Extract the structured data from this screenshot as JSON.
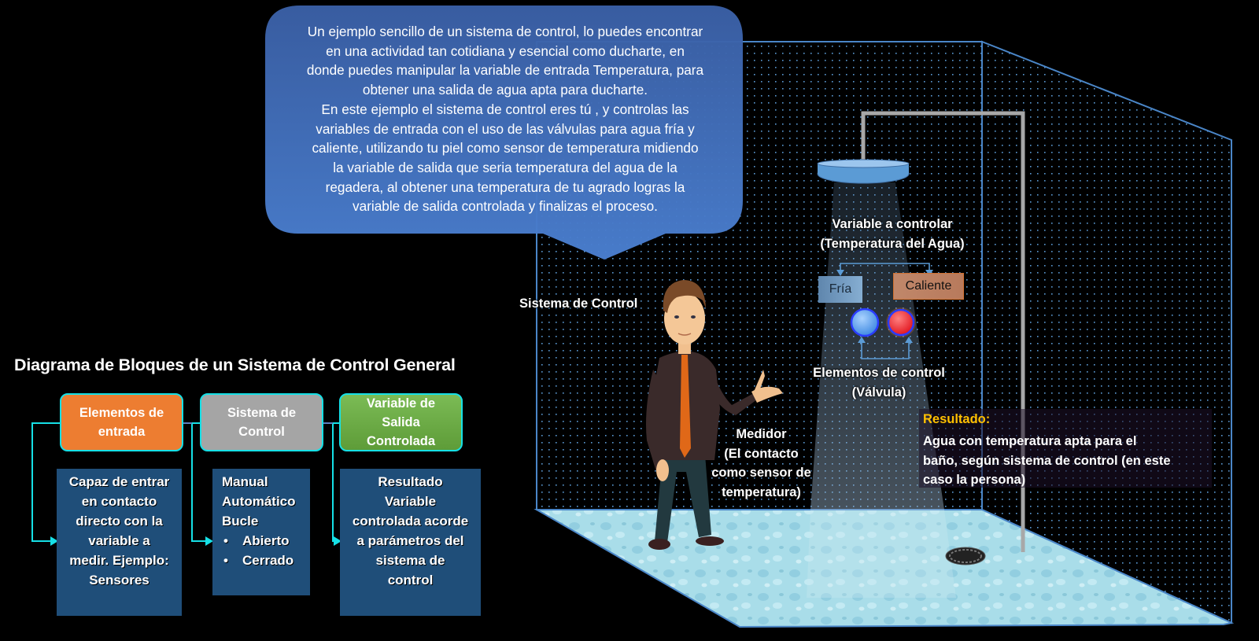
{
  "speech_bubble": {
    "lines": [
      "Un ejemplo sencillo de un sistema de control, lo puedes encontrar",
      "en una actividad tan cotidiana y esencial como ducharte, en",
      "donde puedes manipular la variable de entrada Temperatura, para",
      "obtener una salida de agua apta para ducharte.",
      "En este ejemplo el sistema de control eres tú , y controlas las",
      "variables de entrada con el uso de las válvulas para agua fría y",
      "caliente, utilizando tu piel como sensor de temperatura midiendo",
      "la variable de salida que seria temperatura del agua de la",
      "regadera, al obtener una temperatura de tu agrado logras la",
      "variable de salida controlada y finalizas el proceso."
    ],
    "color": "#3f6fbf"
  },
  "block_diagram": {
    "title": "Diagrama de Bloques de un Sistema de Control General",
    "blocks": [
      {
        "header": [
          "Elementos de",
          "entrada"
        ],
        "header_color": "#ed7d31",
        "description": [
          "Capaz de entrar",
          "en contacto",
          "directo con la",
          "variable a",
          "medir. Ejemplo:",
          "Sensores"
        ]
      },
      {
        "header": [
          "Sistema de",
          "Control"
        ],
        "header_color": "#a5a5a5",
        "description": [
          "Manual",
          "Automático",
          "Bucle"
        ],
        "bullets": [
          "Abierto",
          "Cerrado"
        ]
      },
      {
        "header": [
          "Variable de",
          "Salida",
          "Controlada"
        ],
        "header_color": "#70ad47",
        "description": [
          "Resultado",
          "Variable",
          "controlada acorde",
          "a parámetros del",
          "sistema de",
          "control"
        ]
      }
    ],
    "connector_color": "#16e0e6",
    "description_bg": "#1f4e79"
  },
  "shower_scene": {
    "person_label": "Sistema de Control",
    "variable_label": [
      "Variable a controlar",
      "(Temperatura del Agua)"
    ],
    "cold_label": "Fría",
    "hot_label": "Caliente",
    "control_elements_label": [
      "Elementos de control",
      "(Válvula)"
    ],
    "meter_label": [
      "Medidor",
      "(El contacto",
      "como sensor de",
      "temperatura)"
    ],
    "result_title": "Resultado:",
    "result_lines": [
      "Agua con temperatura apta para el",
      "baño, según sistema de control (en este",
      "caso la persona)"
    ],
    "colors": {
      "cold": "#5b9bd5",
      "hot": "#e0303a",
      "result_title": "#ffc000",
      "walls": "#4a86c8"
    }
  }
}
